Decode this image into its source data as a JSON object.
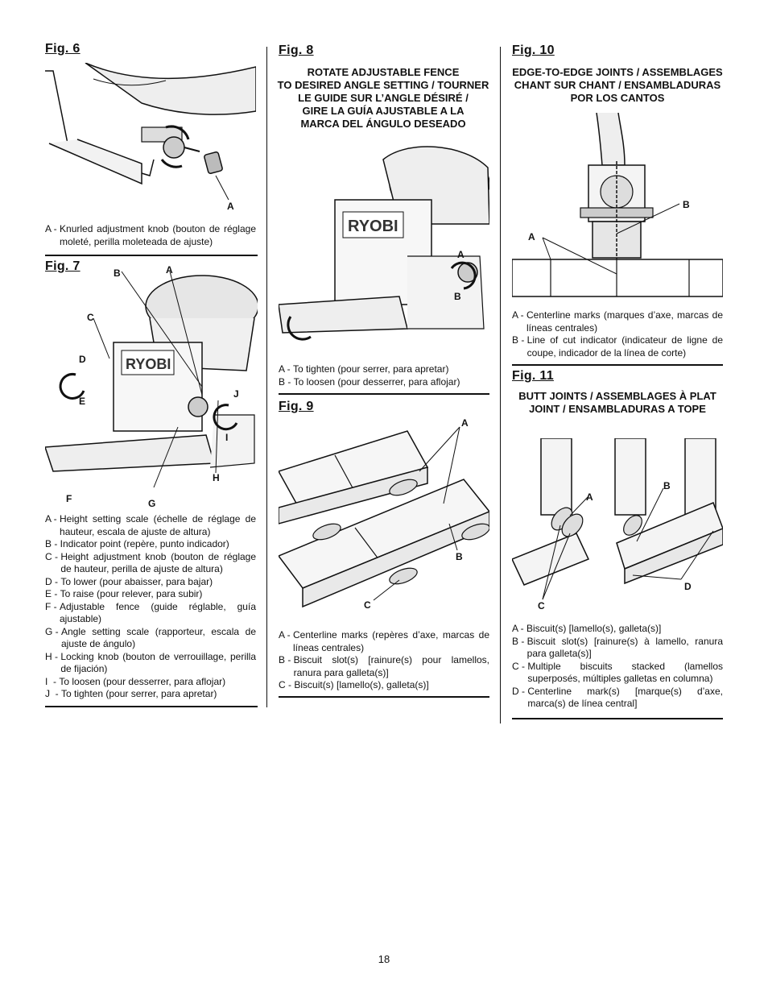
{
  "page_number": "18",
  "fig6": {
    "title": "Fig. 6",
    "labels": [
      "A"
    ],
    "legend": [
      {
        "key": "A - ",
        "text": "Knurled adjustment knob (bouton de réglage moleté, perilla moleteada de ajuste)"
      }
    ]
  },
  "fig7": {
    "title": "Fig. 7",
    "labels": [
      "A",
      "B",
      "C",
      "D",
      "E",
      "F",
      "G",
      "H",
      "I",
      "J"
    ],
    "legend": [
      {
        "key": "A - ",
        "text": "Height setting scale (échelle de réglage de hauteur, escala de ajuste de altura)"
      },
      {
        "key": "B - ",
        "text": "Indicator point (repère, punto indicador)"
      },
      {
        "key": "C - ",
        "text": "Height adjustment knob (bouton de réglage de hauteur, perilla de ajuste de altura)"
      },
      {
        "key": "D - ",
        "text": "To lower (pour abaisser, para bajar)"
      },
      {
        "key": "E - ",
        "text": "To raise (pour relever, para subir)"
      },
      {
        "key": "F - ",
        "text": "Adjustable fence (guide réglable, guía ajustable)"
      },
      {
        "key": "G - ",
        "text": "Angle setting scale (rapporteur, escala de ajuste de ángulo)"
      },
      {
        "key": "H - ",
        "text": "Locking knob (bouton de verrouillage, perilla de fijación)"
      },
      {
        "key": "I  - ",
        "text": "To loosen (pour desserrer, para aflojar)"
      },
      {
        "key": "J  - ",
        "text": "To tighten (pour serrer, para apretar)"
      }
    ]
  },
  "fig8": {
    "title": "Fig. 8",
    "caption_lines": [
      "ROTATE ADJUSTABLE FENCE",
      "TO DESIRED ANGLE SETTING / TOURNER",
      "LE GUIDE SUR L’ANGLE DÉSIRÉ /",
      "GIRE LA GUÍA AJUSTABLE A LA",
      "MARCA DEL ÁNGULO DESEADO"
    ],
    "brand": "RYOBI",
    "labels": [
      "A",
      "B"
    ],
    "legend": [
      {
        "key": "A - ",
        "text": "To tighten  (pour serrer, para apretar)"
      },
      {
        "key": "B - ",
        "text": "To loosen (pour desserrer, para aflojar)"
      }
    ]
  },
  "fig9": {
    "title": "Fig. 9",
    "labels": [
      "A",
      "B",
      "C"
    ],
    "legend": [
      {
        "key": "A - ",
        "text": "Centerline marks (repères d’axe, marcas de líneas centrales)"
      },
      {
        "key": "B - ",
        "text": "Biscuit slot(s) [rainure(s) pour lamellos, ranura para galleta(s)]"
      },
      {
        "key": "C - ",
        "text": "Biscuit(s) [lamello(s), galleta(s)]"
      }
    ]
  },
  "fig10": {
    "title": "Fig. 10",
    "caption_lines": [
      "EDGE-TO-EDGE JOINTS / ASSEMBLAGES",
      "CHANT SUR CHANT / ENSAMBLADURAS",
      "POR LOS CANTOS"
    ],
    "labels": [
      "A",
      "B"
    ],
    "legend": [
      {
        "key": "A - ",
        "text": "Centerline marks (marques d’axe, marcas de líneas centrales)"
      },
      {
        "key": "B - ",
        "text": "Line of cut indicator (indicateur de ligne de coupe, indicador de la línea de corte)"
      }
    ]
  },
  "fig11": {
    "title": "Fig. 11",
    "caption_lines": [
      "BUTT JOINTS / ASSEMBLAGES À PLAT",
      "JOINT / ENSAMBLADURAS A TOPE"
    ],
    "labels": [
      "A",
      "B",
      "C",
      "D"
    ],
    "legend": [
      {
        "key": "A - ",
        "text": "Biscuit(s) [lamello(s), galleta(s)]"
      },
      {
        "key": "B - ",
        "text": "Biscuit slot(s) [rainure(s) à lamello, ranura para galleta(s)]"
      },
      {
        "key": "C - ",
        "text": "Multiple biscuits stacked (lamellos superposés, múltiples galletas en columna)"
      },
      {
        "key": "D - ",
        "text": "Centerline mark(s) [marque(s) d’axe, marca(s) de línea central]"
      }
    ]
  }
}
